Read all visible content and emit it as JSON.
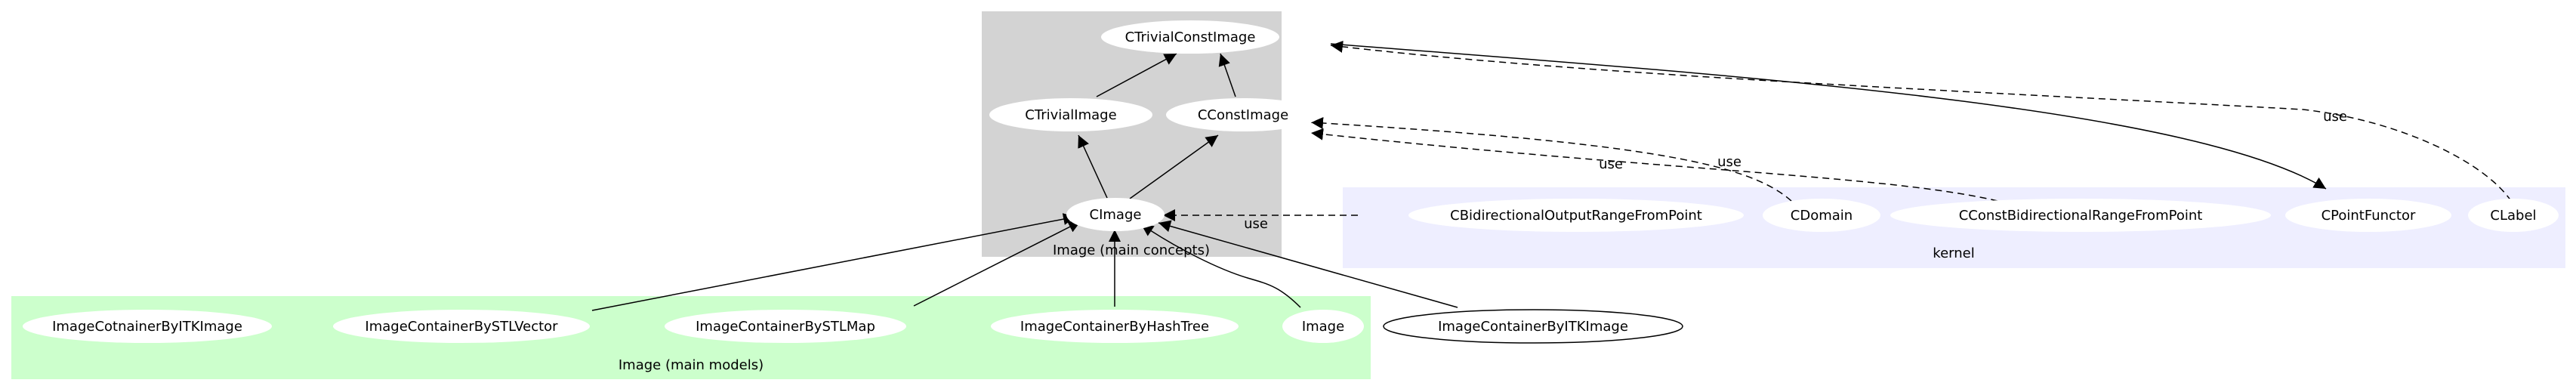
{
  "colors": {
    "cluster_concepts": "#d3d3d3",
    "cluster_kernel": "#eeeeff",
    "cluster_models": "#ccffcc",
    "node_fill": "#ffffff",
    "line": "#000000"
  },
  "clusters": {
    "concepts": {
      "label": "Image (main concepts)"
    },
    "kernel": {
      "label": "kernel"
    },
    "models": {
      "label": "Image (main models)"
    }
  },
  "nodes": {
    "trivial_const_image": "CTrivialConstImage",
    "trivial_image": "CTrivialImage",
    "const_image": "CConstImage",
    "cimage": "CImage",
    "bidirectional_output_range": "CBidirectionalOutputRangeFromPoint",
    "cdomain": "CDomain",
    "const_bidirectional_range": "CConstBidirectionalRangeFromPoint",
    "point_functor": "CPointFunctor",
    "clabel": "CLabel",
    "cotnainer_itk": "ImageCotnainerByITKImage",
    "container_stlvector": "ImageContainerBySTLVector",
    "container_stlmap": "ImageContainerBySTLMap",
    "container_hashtree": "ImageContainerByHashTree",
    "image": "Image",
    "container_itk": "ImageContainerByITKImage"
  },
  "edge_labels": {
    "use_cimage": "use",
    "use_cdomain": "use",
    "use_const_range": "use",
    "use_clabel": "use"
  }
}
